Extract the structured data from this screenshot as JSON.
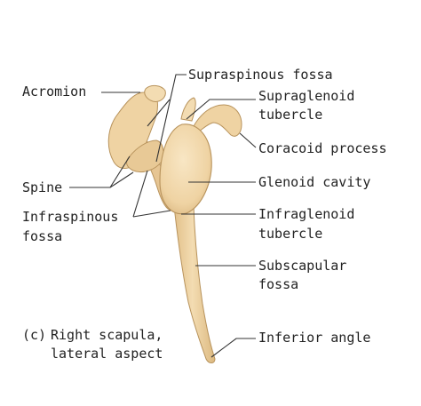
{
  "figure": {
    "caption_tag": "(c)",
    "caption_line1": "Right scapula,",
    "caption_line2": "lateral aspect"
  },
  "labels": {
    "acromion": "Acromion",
    "supraspinous_fossa": "Supraspinous fossa",
    "supraglenoid_line1": "Supraglenoid",
    "supraglenoid_line2": "tubercle",
    "coracoid_process": "Coracoid process",
    "spine": "Spine",
    "glenoid_cavity": "Glenoid cavity",
    "infraspinous_line1": "Infraspinous",
    "infraspinous_line2": "fossa",
    "infraglenoid_line1": "Infraglenoid",
    "infraglenoid_line2": "tubercle",
    "subscapular_line1": "Subscapular",
    "subscapular_line2": "fossa",
    "inferior_angle": "Inferior angle"
  },
  "colors": {
    "bone_fill": "#efd3a3",
    "bone_shade": "#d8b47c",
    "bone_highlight": "#f8e7c6",
    "outline": "#b8935c",
    "leader_line": "#333333",
    "text": "#222222"
  }
}
